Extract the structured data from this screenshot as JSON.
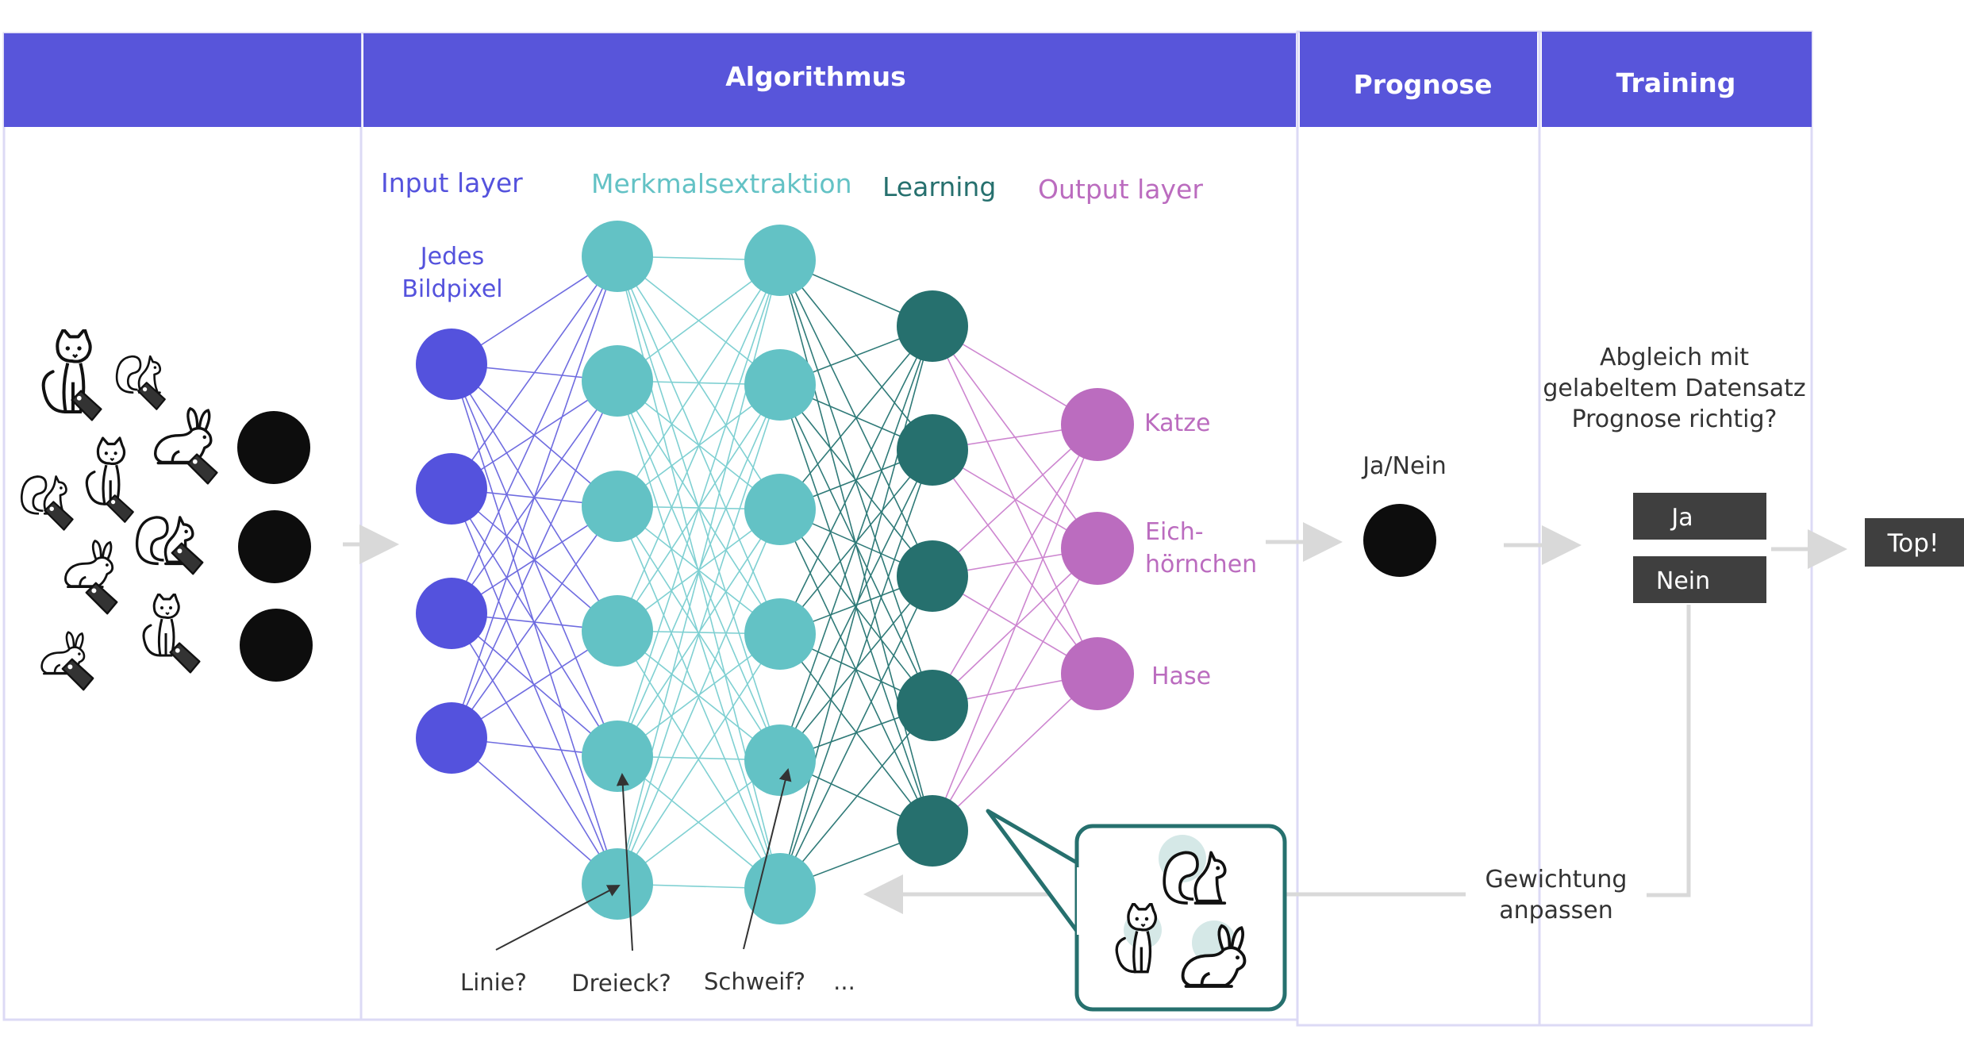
{
  "headers": {
    "col1": "",
    "algorithm": "Algorithmus",
    "prediction": "Prognose",
    "training": "Training"
  },
  "layers": {
    "input": "Input layer",
    "features": "Merkmalsextraktion",
    "learning": "Learning",
    "output": "Output layer"
  },
  "input_note": [
    "Jedes",
    "Bildpixel"
  ],
  "outputs": {
    "cat": "Katze",
    "squirrel": [
      "Eich-",
      "hörnchen"
    ],
    "rabbit": "Hase"
  },
  "prediction_label": "Ja/Nein",
  "training_question": [
    "Abgleich mit",
    "gelabeltem Datensatz",
    "Prognose richtig?"
  ],
  "training_buttons": {
    "yes": "Ja",
    "no": "Nein"
  },
  "result": "Top!",
  "adjust_label": [
    "Gewichtung",
    "anpassen"
  ],
  "feature_notes": [
    "Linie?",
    "Dreieck?",
    "Schweif?",
    "..."
  ],
  "colors": {
    "header": "#5855DA",
    "input_node": "#5452DD",
    "feature_node": "#63C2C5",
    "learning_node": "#26706E",
    "output_node": "#BB6CBF",
    "input_text": "#5452DD",
    "feature_text": "#63C2C5",
    "learning_text": "#26706E",
    "output_text": "#BB6CBF",
    "dark_box": "#3F3F3F",
    "arrow_grey": "#D9D9D9",
    "panel_border": "#DCDAF5",
    "callout_border": "#26706E"
  },
  "icons": {
    "animals": [
      "cat-icon",
      "squirrel-icon",
      "rabbit-icon"
    ],
    "tag": "tag-icon"
  }
}
